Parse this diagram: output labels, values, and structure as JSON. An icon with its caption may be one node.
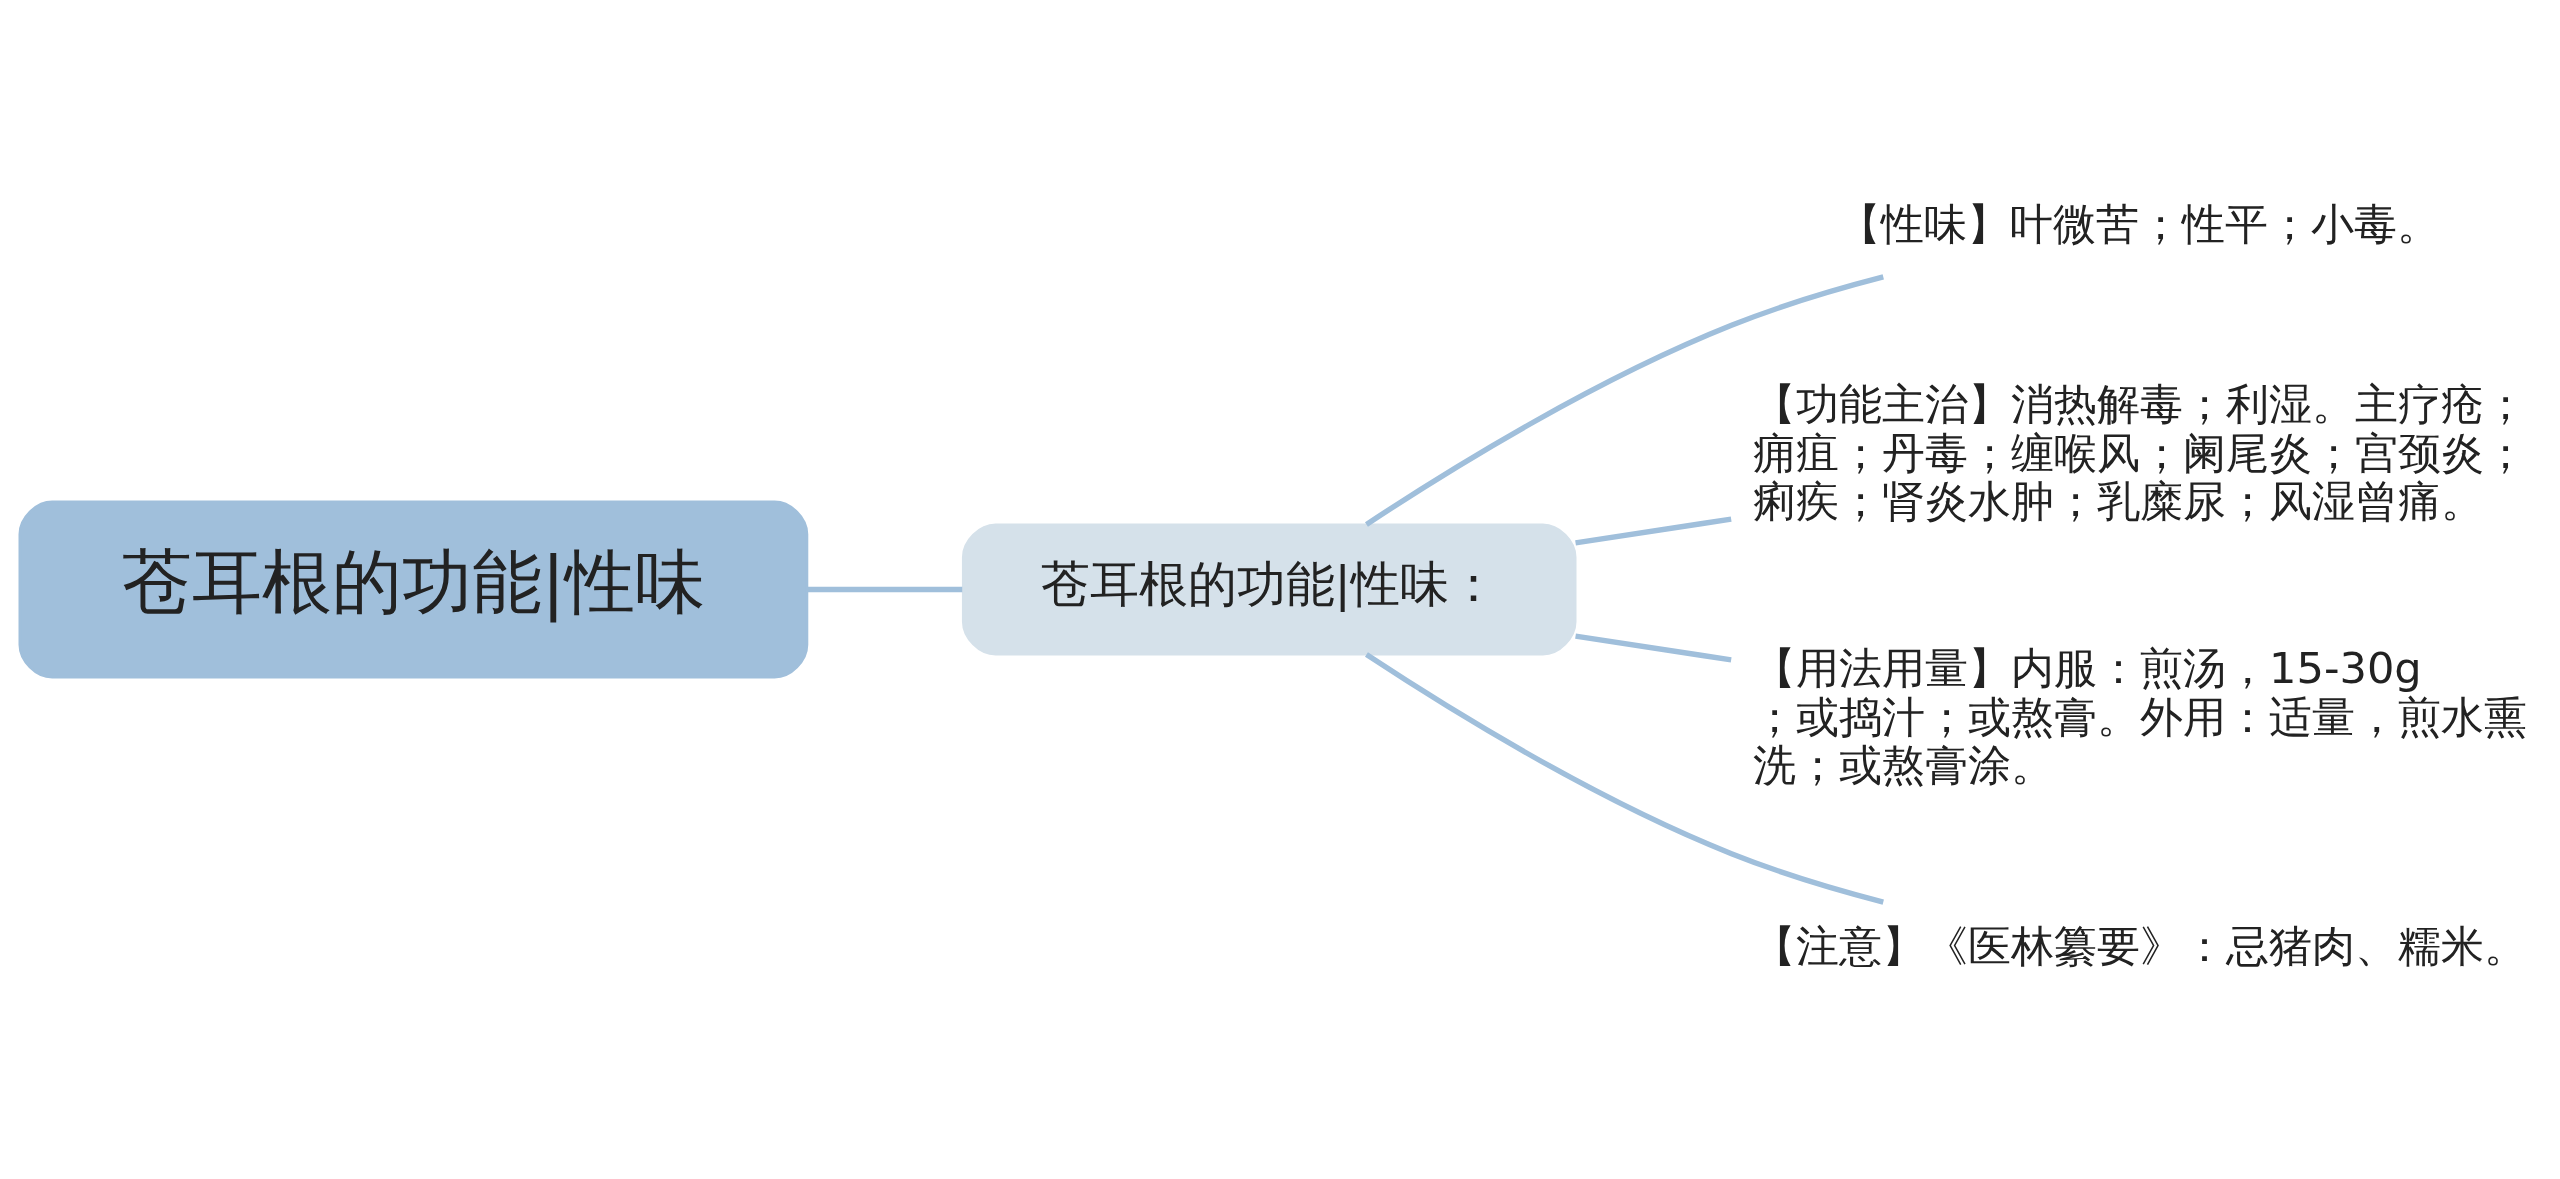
{
  "diagram": {
    "nodes": [
      {
        "text": [
          "苍耳根的功能|性味"
        ]
      },
      {
        "text": [
          "苍耳根的功能|性味："
        ]
      },
      {
        "text": [
          "【性味】叶微苦；性平；小毒。"
        ]
      },
      {
        "text": [
          "【功能主治】消热解毒；利湿。主疗疮；痈疽；丹毒；缠喉风；阑尾炎；宫颈炎；痢疾；肾炎水肿；乳糜尿；风湿曾痛。"
        ]
      },
      {
        "text": [
          "【用法用量】内服：煎汤，15-30g；或捣汁；或熬膏。外用：适量，煎水熏洗；或熬膏涂。"
        ]
      },
      {
        "text": [
          "【注意】《医林纂要》：忌猪肉、糯米。"
        ]
      }
    ],
    "edges": [
      {
        "from": 0,
        "to": 1,
        "arrow": "none"
      },
      {
        "from": 1,
        "to": 2,
        "arrow": "none"
      },
      {
        "from": 1,
        "to": 3,
        "arrow": "none"
      },
      {
        "from": 1,
        "to": 4,
        "arrow": "none"
      },
      {
        "from": 1,
        "to": 5,
        "arrow": "none"
      }
    ]
  }
}
